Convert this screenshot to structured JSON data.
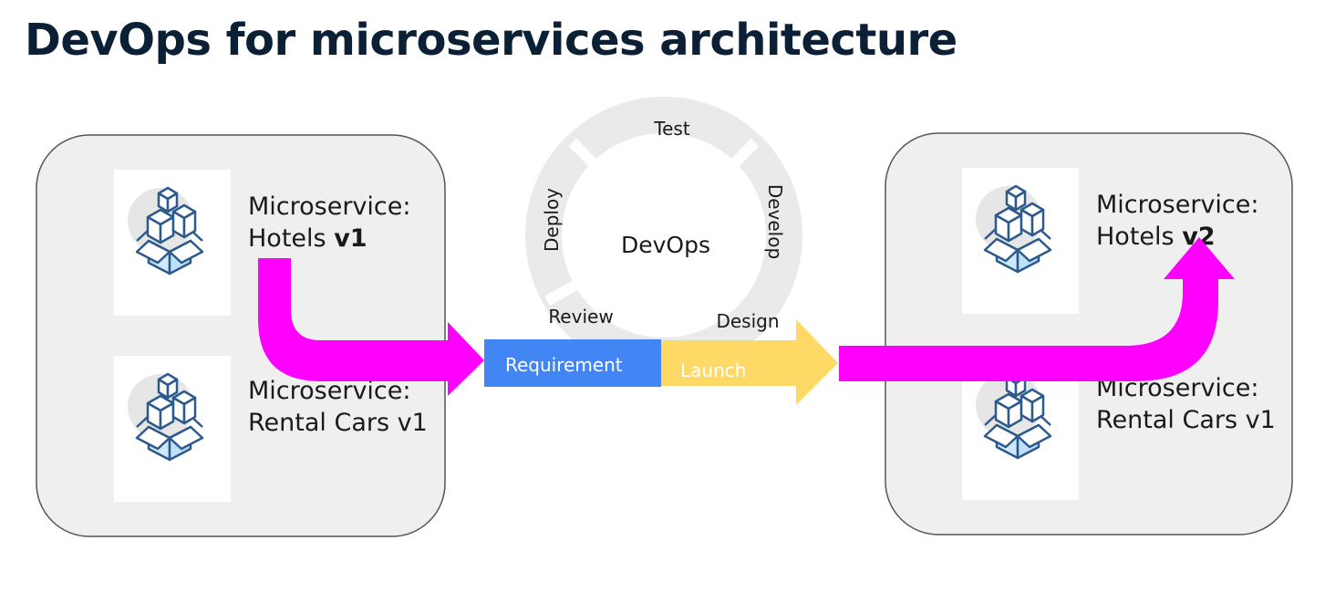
{
  "title": "DevOps for microservices architecture",
  "colors": {
    "arrow": "#ff00ff",
    "requirement": "#4285f4",
    "launch": "#ffd966",
    "ring": "#eaeaea",
    "panel": "#efefef",
    "icon_stroke": "#2d5a8e",
    "icon_fill": "#bfe0fb"
  },
  "left_panel": {
    "services": [
      {
        "line1": "Microservice:",
        "line2": "Hotels",
        "version": "v1",
        "icon": "boxes-icon"
      },
      {
        "line1": "Microservice:",
        "line2": "Rental Cars v1",
        "icon": "boxes-icon"
      }
    ]
  },
  "right_panel": {
    "services": [
      {
        "line1": "Microservice:",
        "line2": "Hotels",
        "version": "v2",
        "icon": "boxes-icon"
      },
      {
        "line1": "Microservice:",
        "line2": "Rental Cars v1",
        "icon": "boxes-icon"
      }
    ]
  },
  "devops_cycle": {
    "center": "DevOps",
    "stages": {
      "test": "Test",
      "develop": "Develop",
      "design": "Design",
      "review": "Review",
      "deploy": "Deploy"
    },
    "pipeline": {
      "requirement": "Requirement",
      "launch": "Launch"
    }
  }
}
